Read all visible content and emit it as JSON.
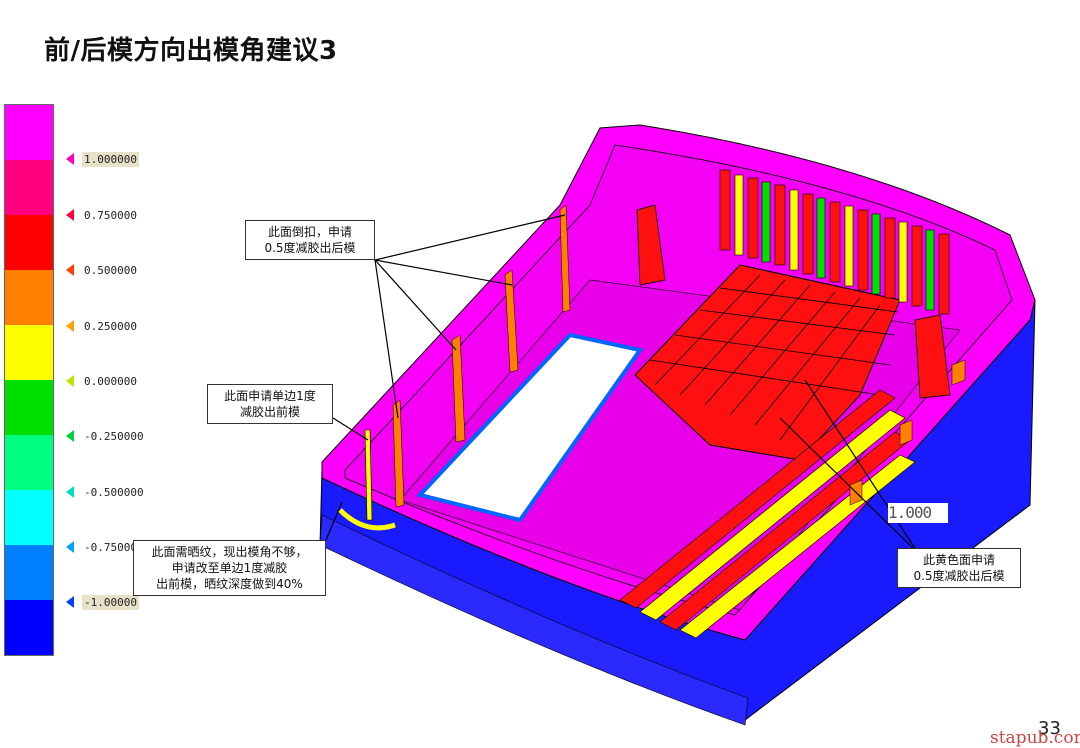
{
  "title": "前/后模方向出模角建议3",
  "legend": {
    "colors": [
      "#ff00ff",
      "#ff0080",
      "#ff0000",
      "#ff8000",
      "#ffff00",
      "#00e000",
      "#00ff80",
      "#00ffff",
      "#0080ff",
      "#0000ff"
    ],
    "values": [
      "1.000000",
      "0.750000",
      "0.500000",
      "0.250000",
      "0.000000",
      "-0.250000",
      "-0.500000",
      "-0.75000",
      "-1.00000"
    ]
  },
  "callouts": {
    "c1": "此面倒扣，申请\n0.5度减胶出后模",
    "c2": "此面申请单边1度\n减胶出前模",
    "c3": "此面需晒纹，现出模角不够，\n申请改至单边1度减胶\n出前模，晒纹深度做到40%",
    "c4": "此黄色面申请\n0.5度减胶出后模"
  },
  "readout": "1.000",
  "page_number": "33",
  "watermark": "stapub.com"
}
